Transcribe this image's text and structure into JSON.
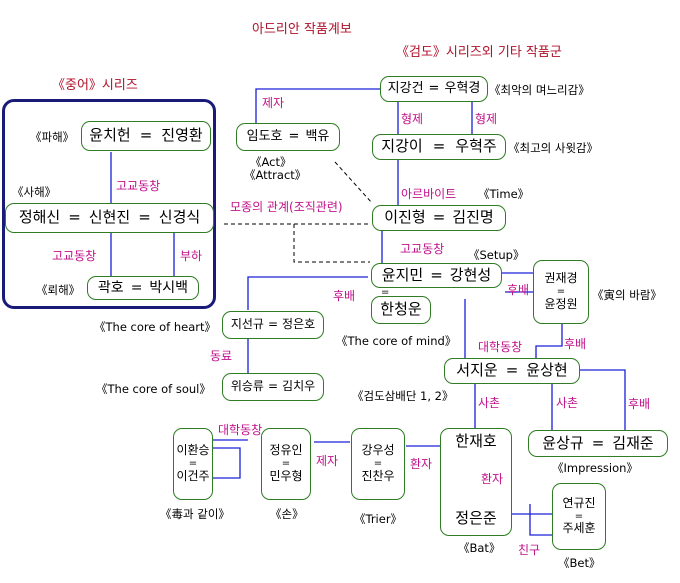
{
  "title": "아드리안 작품계보",
  "groups": {
    "zhonger": "《중어》시리즈",
    "geomdo": "《검도》시리즈외 기타 작품군"
  },
  "nodes": {
    "pahae": {
      "a": "윤치헌",
      "b": "진영환"
    },
    "sahae": {
      "a": "정해신",
      "b": "신현진",
      "c": "신경식"
    },
    "roehae": {
      "a": "곽호",
      "b": "박시백"
    },
    "imdoho": {
      "a": "임도호",
      "b": "백유"
    },
    "jigangeon": {
      "a": "지강건",
      "b": "우혁경"
    },
    "jigangi": {
      "a": "지강이",
      "b": "우혁주"
    },
    "lee": {
      "a": "이진형",
      "b": "김진명"
    },
    "yun": {
      "a": "윤지민",
      "b": "강현성",
      "c": "한청운"
    },
    "kwon": {
      "a": "권재경",
      "b": "윤정원"
    },
    "jiseon": {
      "a": "지선규",
      "b": "정은호"
    },
    "wiseung": {
      "a": "위승류",
      "b": "김치우"
    },
    "seoji": {
      "a": "서지운",
      "b": "윤상현"
    },
    "yunsang": {
      "a": "윤상규",
      "b": "김재준"
    },
    "lee_hwan": {
      "a": "이환승",
      "b": "이건주"
    },
    "jeongyu": {
      "a": "정유인",
      "b": "민우형"
    },
    "kangwoo": {
      "a": "강우성",
      "b": "진찬우"
    },
    "hanjae": {
      "a": "한재호",
      "b": "정은준"
    },
    "yeongyu": {
      "a": "연규진",
      "b": "주세훈"
    }
  },
  "symbols": {
    "eq": "=",
    "dbl": "="
  },
  "works": {
    "pahae": "《파해》",
    "sahae": "《사해》",
    "roehae": "《뢰해》",
    "act": "《Act》",
    "attract": "《Attract》",
    "worst": "《최악의 며느리감》",
    "best": "《최고의 사윗감》",
    "time": "《Time》",
    "setup": "《Setup》",
    "yin": "《寅의 바람》",
    "heart": "《The core of heart》",
    "mind": "《The core of mind》",
    "soul": "《The core of soul》",
    "sambaedan": "《검도삼배단 1, 2》",
    "impression": "《Impression》",
    "poison": "《毒과 같이》",
    "hand": "《손》",
    "trier": "《Trier》",
    "bat": "《Bat》",
    "bet": "《Bet》"
  },
  "relations": {
    "jeja1": "제자",
    "hyeongje1": "형제",
    "hyeongje2": "형제",
    "gogyo1": "고교동창",
    "arbeit": "아르바이트",
    "mojong": "모종의 관계(조직관련)",
    "gogyo2": "고교동창",
    "gogyo3": "고교동창",
    "buha": "부하",
    "hubae1": "후배",
    "hubae2": "후배",
    "hubae3": "후배",
    "hubae4": "후배",
    "donglyo": "동료",
    "daehak1": "대학동창",
    "daehak2": "대학동창",
    "sachon1": "사촌",
    "sachon2": "사촌",
    "jeja2": "제자",
    "hwanja1": "환자",
    "hwanja2": "환자",
    "chingu": "친구"
  },
  "colors": {
    "line_blue": "#1a20d8",
    "box_border": "#2e7d22",
    "frame": "#1a1a78",
    "label_magenta": "#c0108a",
    "title_red": "#b0102a"
  }
}
